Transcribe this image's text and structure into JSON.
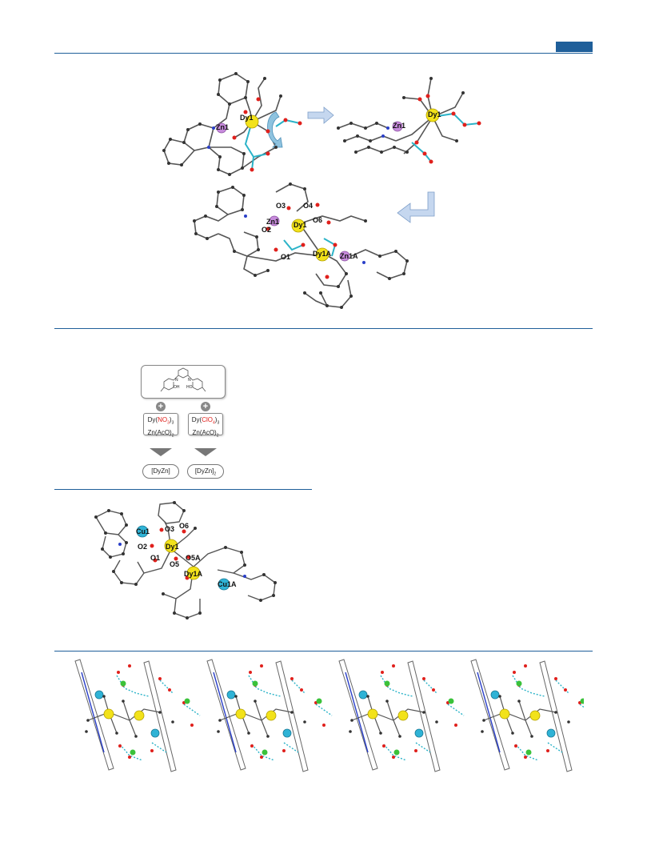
{
  "page": {
    "colors": {
      "rule": "#1f5f9a",
      "dy": "#f2e21a",
      "zn": "#c78bdc",
      "cu": "#2fb3d6",
      "oxygen": "#e0201c",
      "nitrogen": "#2a3fc8",
      "bond": "#555555",
      "acetate": "#2bb3c8",
      "hbond": "#2bb3c8"
    }
  },
  "fig1": {
    "left_labels": {
      "dy": "Dy1",
      "zn": "Zn1"
    },
    "right_labels": {
      "dy": "Dy1",
      "zn": "Zn1"
    },
    "dimer_labels": {
      "o3": "O3",
      "o4": "O4",
      "zn1": "Zn1",
      "dy1": "Dy1",
      "o6": "O6",
      "o2": "O2",
      "o1": "O1",
      "dy1a": "Dy1A",
      "zn1a": "Zn1A"
    },
    "icons": [
      "rotate-arrow-icon",
      "right-arrow-icon",
      "down-left-arrow-icon"
    ]
  },
  "scheme": {
    "ligand_labels": {
      "oh": "OH",
      "ho": "HO",
      "n1": "N",
      "n2": "N"
    },
    "reagent_left": {
      "prefix": "Dy(",
      "anion": "NO",
      "anion_sub": "3",
      "suffix": ")",
      "suffix_sub": "3",
      "line2": "Zn(AcO)",
      "line2_sub": "2"
    },
    "reagent_right": {
      "prefix": "Dy(",
      "anion": "ClO",
      "anion_sub": "4",
      "suffix": ")",
      "suffix_sub": "3",
      "line2": "Zn(AcO)",
      "line2_sub": "2"
    },
    "product_left": "[DyZn]",
    "product_right": "[DyZn]",
    "product_right_sub": "2",
    "plus": "+"
  },
  "fig_cu": {
    "labels": {
      "cu1": "Cu1",
      "o3": "O3",
      "o6": "O6",
      "o2": "O2",
      "dy1": "Dy1",
      "o1": "O1",
      "o5a": "O5A",
      "o5": "O5",
      "dy1a": "Dy1A",
      "cu1a": "Cu1A"
    }
  },
  "fig_chain": {
    "units": 4
  }
}
